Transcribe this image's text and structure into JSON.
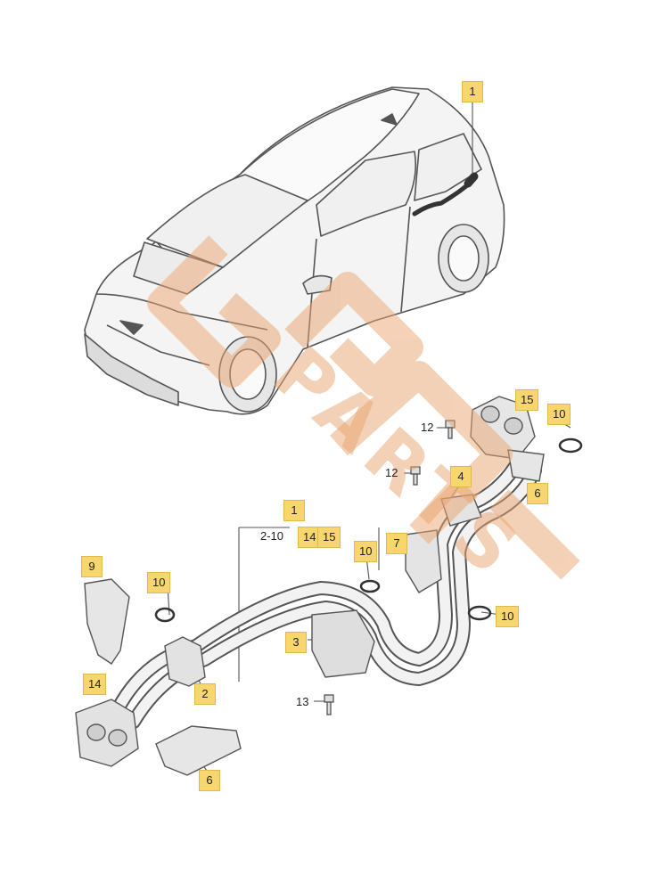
{
  "diagram": {
    "callouts": {
      "c1_top": "1",
      "c15_top": "15",
      "c10_top": "10",
      "c12_a": "12",
      "c12_b": "12",
      "c4": "4",
      "c6_top": "6",
      "c1_mid": "1",
      "c2_10": "2-10",
      "c14_mid": "14",
      "c15_mid": "15",
      "c7": "7",
      "c10_mid": "10",
      "c9": "9",
      "c10_left": "10",
      "c10_right": "10",
      "c3": "3",
      "c2": "2",
      "c14_left": "14",
      "c13": "13",
      "c6_bottom": "6"
    },
    "watermark": "PARTS"
  },
  "colors": {
    "callout_fill": "#f6d66d",
    "watermark": "#e9a46f",
    "line": "#555555"
  }
}
